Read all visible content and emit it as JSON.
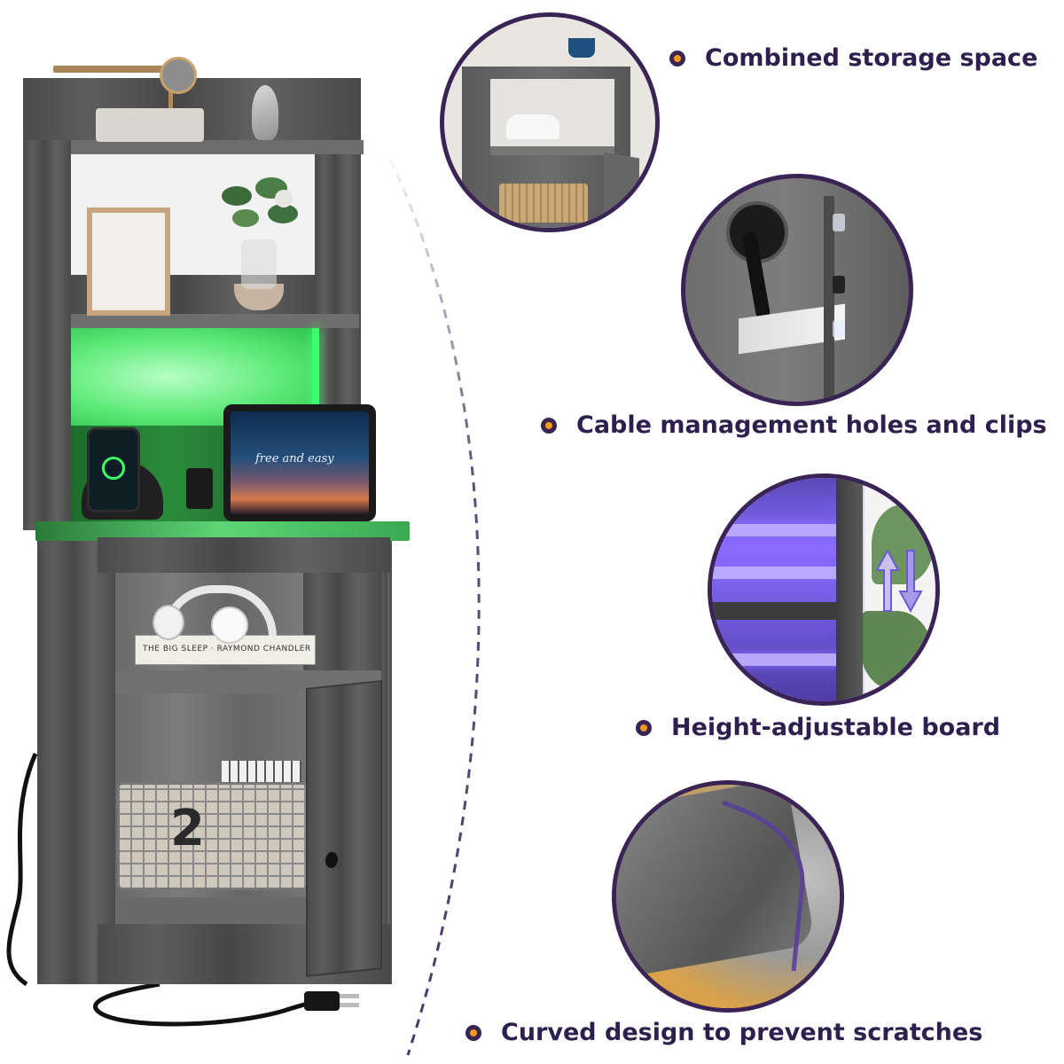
{
  "features": [
    {
      "label": "Combined storage space"
    },
    {
      "label": "Cable management holes and clips"
    },
    {
      "label": "Height-adjustable board"
    },
    {
      "label": "Curved design to prevent scratches"
    }
  ],
  "product": {
    "tablet_text": "free and easy",
    "basket_number": "2",
    "book_spine": "THE BIG SLEEP · RAYMOND CHANDLER"
  },
  "colors": {
    "accent_purple": "#3a2456",
    "bullet_orange": "#f29a1c",
    "led_green": "#3dff6a",
    "led_purple": "#8a6cff",
    "wood_gray": "#555555"
  }
}
